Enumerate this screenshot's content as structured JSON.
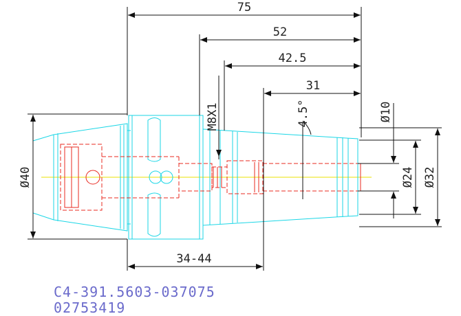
{
  "dimensions": {
    "overall_length": "75",
    "length_52": "52",
    "length_42_5": "42.5",
    "length_31": "31",
    "thread": "M8X1",
    "taper_angle": "4.5°",
    "dia_10": "Ø10",
    "dia_24": "Ø24",
    "dia_32": "Ø32",
    "dia_40": "Ø40",
    "clamp_range": "34-44"
  },
  "part": {
    "code": "C4-391.5603-037075",
    "number": "02753419"
  },
  "colors": {
    "outline": "#19d6e6",
    "hidden": "#e8281f",
    "centerline": "#e8e000",
    "dimension": "#111111",
    "part_text": "#6a6acb"
  }
}
